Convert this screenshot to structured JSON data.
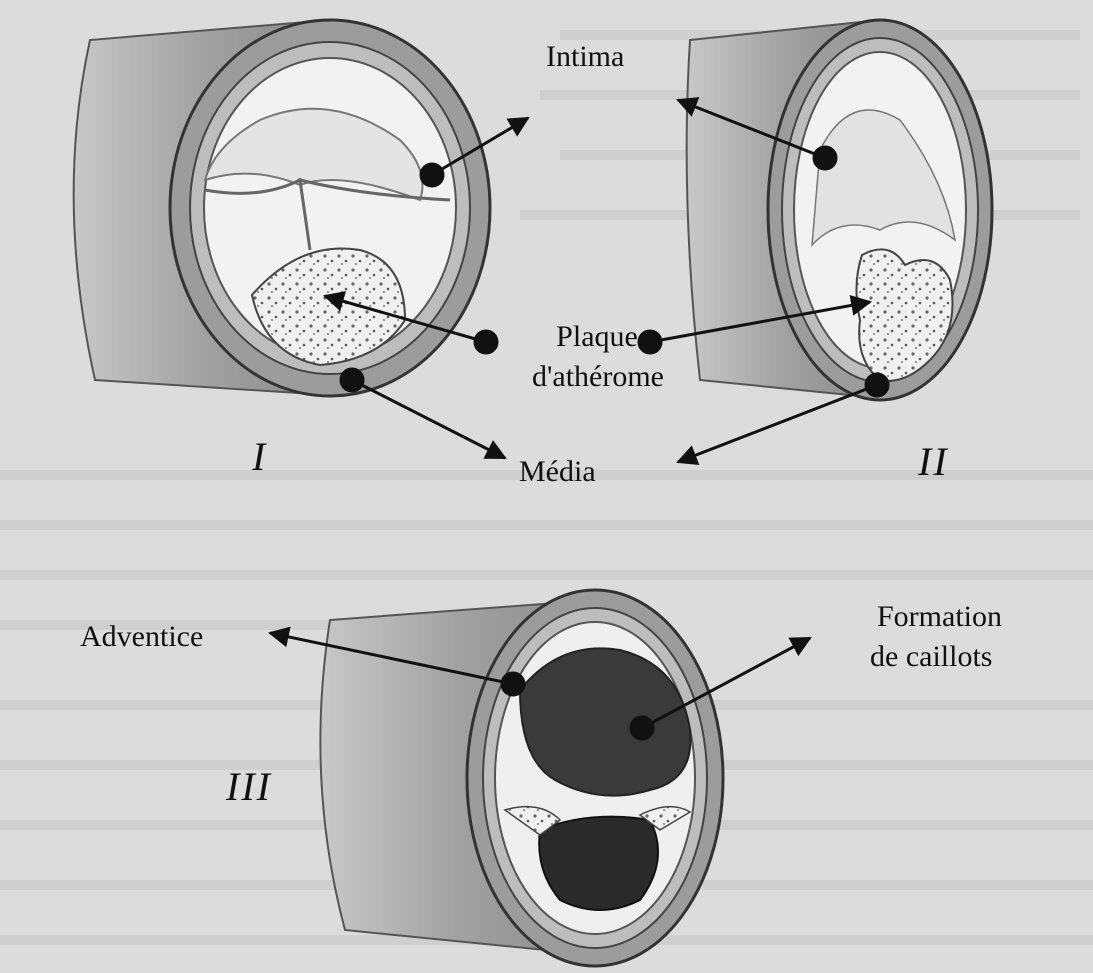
{
  "labels": {
    "intima": "Intima",
    "plaque_line1": "Plaque",
    "plaque_line2": "d'athérome",
    "media": "Média",
    "adventice": "Adventice",
    "formation_line1": "Formation",
    "formation_line2": "de caillots"
  },
  "stages": {
    "one": "I",
    "two": "II",
    "three": "III"
  },
  "colors": {
    "background_page": "#dcdcdc",
    "vessel_outer": "#9a9a9a",
    "lumen": "#f2f2f2",
    "clot": "#2a2a2a",
    "arrow": "#111111"
  }
}
